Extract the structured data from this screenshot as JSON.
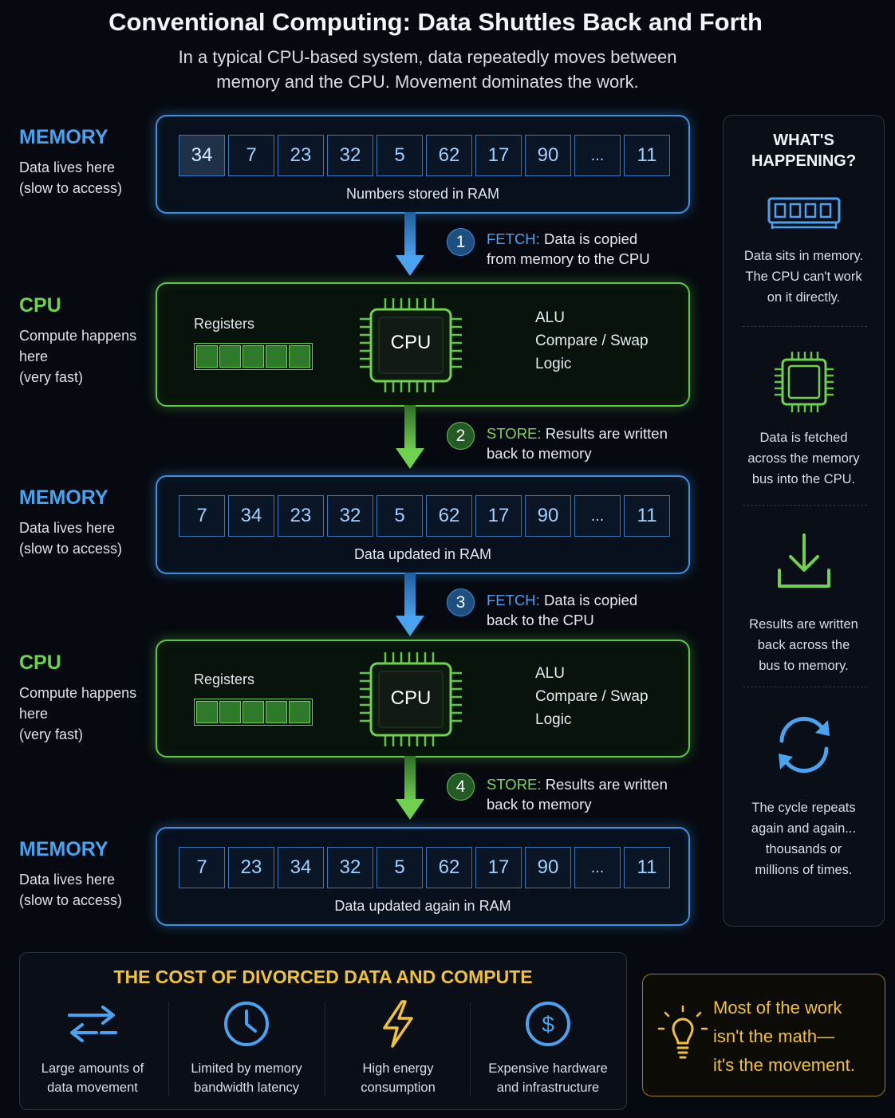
{
  "title": "Conventional Computing: Data Shuttles Back and Forth",
  "subtitle": "In a typical CPU-based system, data repeatedly moves between memory and the CPU. Movement dominates the work.",
  "labels": {
    "memory": {
      "heading": "MEMORY",
      "desc_line1": "Data lives here",
      "desc_line2": "(slow to access)"
    },
    "cpu": {
      "heading": "CPU",
      "desc_line1": "Compute happens",
      "desc_line2": "here",
      "desc_line3": "(very fast)"
    }
  },
  "memory_panels": [
    {
      "cells": [
        "34",
        "7",
        "23",
        "32",
        "5",
        "62",
        "17",
        "90",
        "...",
        "11"
      ],
      "highlight_index": 0,
      "caption": "Numbers stored in RAM"
    },
    {
      "cells": [
        "7",
        "34",
        "23",
        "32",
        "5",
        "62",
        "17",
        "90",
        "...",
        "11"
      ],
      "caption": "Data updated in RAM"
    },
    {
      "cells": [
        "7",
        "23",
        "34",
        "32",
        "5",
        "62",
        "17",
        "90",
        "...",
        "11"
      ],
      "caption": "Data updated again in RAM"
    }
  ],
  "cpu_panel": {
    "registers_label": "Registers",
    "chip_label": "CPU",
    "alu_title": "ALU",
    "alu_line2": "Compare / Swap",
    "alu_line3": "Logic"
  },
  "steps": [
    {
      "num": "1",
      "keyword": "FETCH:",
      "rest1": "Data is copied",
      "rest2": "from memory to the CPU",
      "color": "#4aa3f0"
    },
    {
      "num": "2",
      "keyword": "STORE:",
      "rest1": "Results are written",
      "rest2": "back to memory",
      "color": "#7cd65a"
    },
    {
      "num": "3",
      "keyword": "FETCH:",
      "rest1": "Data is copied",
      "rest2": "back to the CPU",
      "color": "#4aa3f0"
    },
    {
      "num": "4",
      "keyword": "STORE:",
      "rest1": "Results are written",
      "rest2": "back to memory",
      "color": "#7cd65a"
    }
  ],
  "right_panel": {
    "heading_line1": "WHAT'S",
    "heading_line2": "HAPPENING?",
    "sections": [
      {
        "icon": "memory-chip-icon",
        "lines": [
          "Data sits in memory.",
          "The CPU can't work",
          "on it directly."
        ]
      },
      {
        "icon": "processor-icon",
        "lines": [
          "Data is fetched",
          "across the memory",
          "bus into the CPU."
        ]
      },
      {
        "icon": "download-icon",
        "lines": [
          "Results are written",
          "back across the",
          "bus to memory."
        ]
      },
      {
        "icon": "cycle-icon",
        "lines": [
          "The cycle repeats",
          "again and again...",
          "thousands or",
          "millions of times."
        ]
      }
    ]
  },
  "cost": {
    "title": "THE COST OF DIVORCED DATA AND COMPUTE",
    "items": [
      {
        "icon": "transfer-arrows-icon",
        "line1": "Large amounts of",
        "line2": "data movement"
      },
      {
        "icon": "clock-icon",
        "line1": "Limited by memory",
        "line2": "bandwidth latency"
      },
      {
        "icon": "lightning-icon",
        "line1": "High energy",
        "line2": "consumption"
      },
      {
        "icon": "dollar-icon",
        "line1": "Expensive hardware",
        "line2": "and infrastructure"
      }
    ]
  },
  "callout": {
    "line1": "Most of the work",
    "line2": "isn't the math—",
    "line3": "it's the movement."
  },
  "colors": {
    "memory": "#3e8fe0",
    "cpu": "#5fc646",
    "accent": "#f1c232",
    "background": "#06090f"
  }
}
